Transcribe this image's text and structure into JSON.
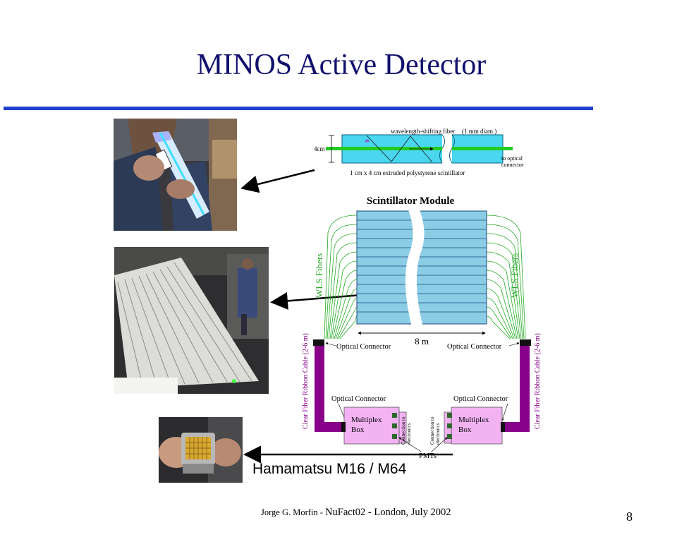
{
  "slide": {
    "title": "MINOS Active Detector",
    "page_number": "8"
  },
  "footer": {
    "author": "Jorge G. Morfin - ",
    "conference": "NuFact02",
    "location_date": " - London, July 2002"
  },
  "strip_diagram": {
    "fiber_label": "wavelength-shifting fiber",
    "diameter_label": "(1 mm diam.)",
    "thickness_label": "4cm",
    "to_connector_line1": "to optical",
    "to_connector_line2": "connector",
    "strip_caption": "1 cm x 4 cm extruded polystyrene scintillator"
  },
  "module_diagram": {
    "title": "Scintillator Module",
    "wls_left": "WLS Fibers",
    "wls_right": "WLS Fibers",
    "length_label": "8 m",
    "optical_connector_left": "Optical Connector",
    "optical_connector_right": "Optical Connector",
    "ribbon_left": "Clear Fiber Ribbon Cable (2-6 m)",
    "ribbon_right": "Clear Fiber Ribbon Cable (2-6 m)",
    "box_connector_left": "Optical Connector",
    "box_connector_right": "Optical Connector",
    "multiplex_left_1": "Multiplex",
    "multiplex_left_2": "Box",
    "multiplex_right_1": "Multiplex",
    "multiplex_right_2": "Box",
    "electronics_left_1": "Connection to",
    "electronics_left_2": "electronics",
    "electronics_right_1": "Connection to",
    "electronics_right_2": "electronics",
    "pmts_label": "PMTs",
    "pmt_model": "Hamamatsu M16 / M64"
  },
  "colors": {
    "title": "#10106e",
    "rule": "#1f3fd0",
    "scintillator": "#8ccde6",
    "strip": "#4ad6ef",
    "fiber_green": "#22cc22",
    "ribbon_purple": "#880088",
    "box_pink": "#f3b3f3"
  }
}
